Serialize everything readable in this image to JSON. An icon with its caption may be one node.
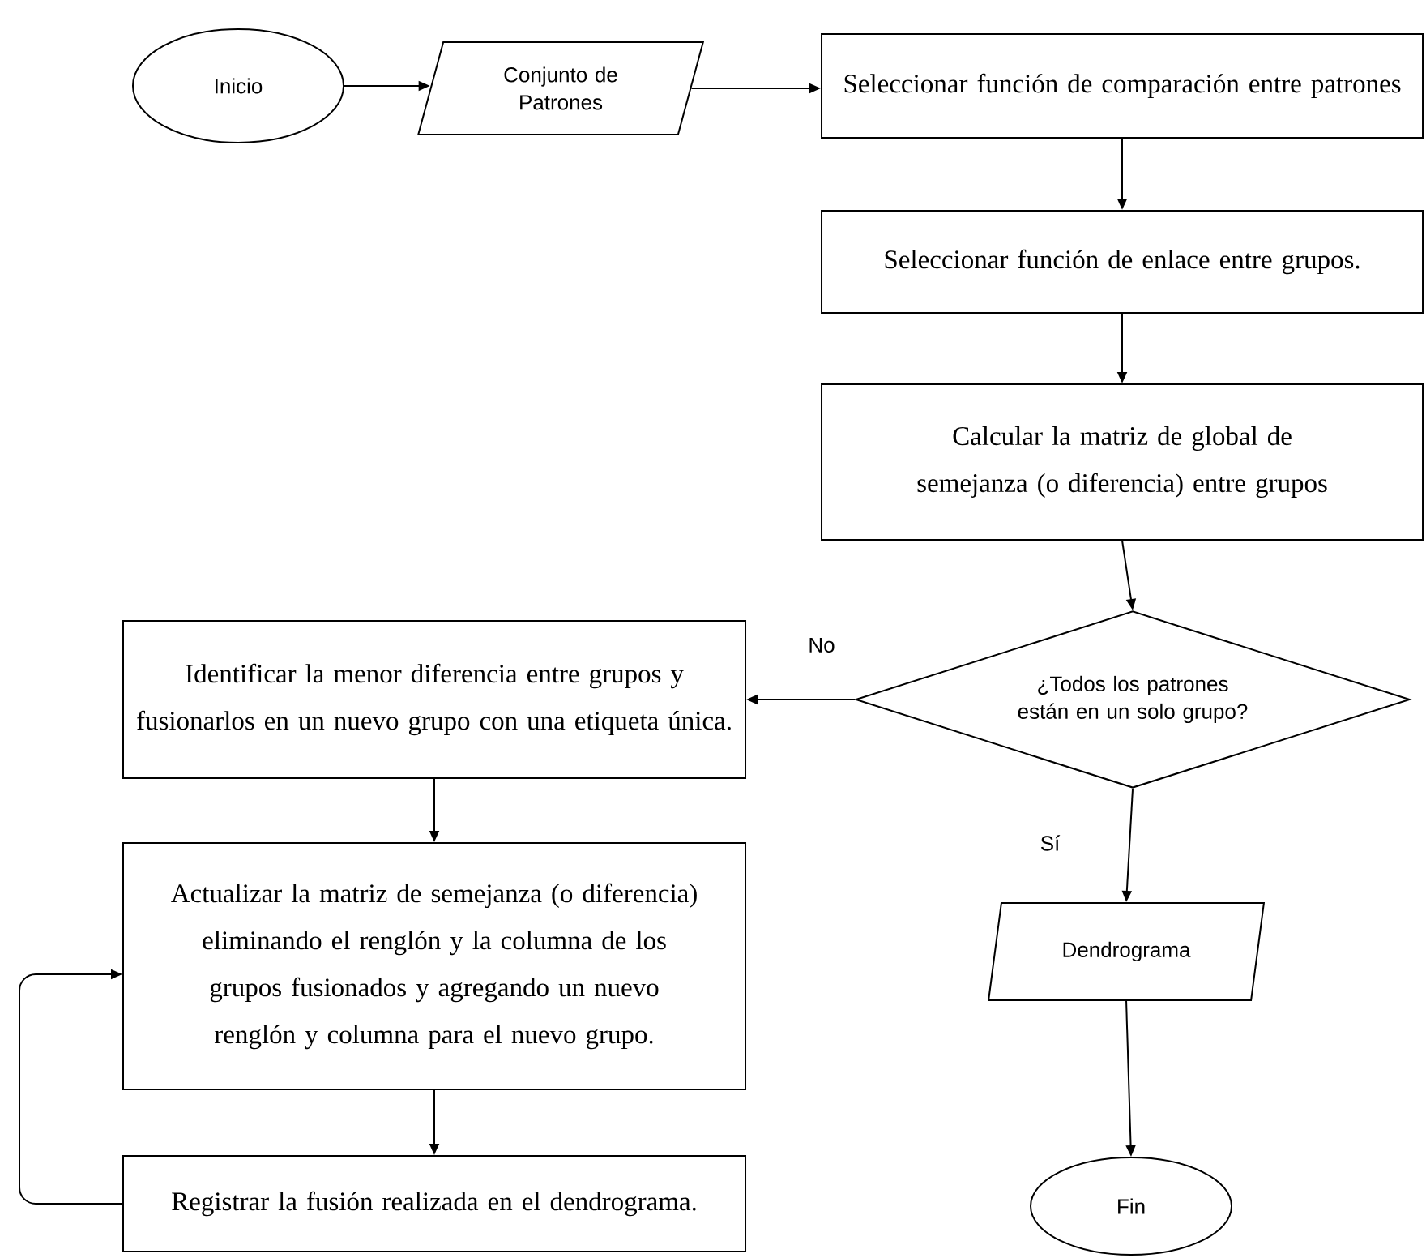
{
  "diagram": {
    "nodes": [
      {
        "text": [
          "Inicio"
        ]
      },
      {
        "text": [
          "Conjunto de Patrones"
        ]
      },
      {
        "text": [
          "Seleccionar función de comparación entre patrones"
        ]
      },
      {
        "text": [
          "Seleccionar función de enlace entre grupos."
        ]
      },
      {
        "text": [
          "Calcular la matriz de global de semejanza (o diferencia) entre grupos"
        ]
      },
      {
        "text": [
          "¿Todos los patrones están en un solo grupo?"
        ]
      },
      {
        "text": [
          "Identificar la menor diferencia entre grupos y fusionarlos en un nuevo grupo con una etiqueta única."
        ]
      },
      {
        "text": [
          "Actualizar la matriz de semejanza (o diferencia) eliminando el renglón y la columna de los grupos fusionados y agregando un nuevo renglón y columna para el nuevo grupo."
        ]
      },
      {
        "text": [
          "Registrar la fusión realizada en el dendrograma."
        ]
      },
      {
        "text": [
          "Dendrograma"
        ]
      },
      {
        "text": [
          "Fin"
        ]
      }
    ],
    "edges": [
      {
        "from": 0,
        "to": 1,
        "arrow": "to"
      },
      {
        "from": 1,
        "to": 2,
        "arrow": "to"
      },
      {
        "from": 2,
        "to": 3,
        "arrow": "to"
      },
      {
        "from": 3,
        "to": 4,
        "arrow": "to"
      },
      {
        "from": 4,
        "to": 5,
        "arrow": "to"
      },
      {
        "from": 5,
        "to": 6,
        "arrow": "to",
        "label": "No"
      },
      {
        "from": 5,
        "to": 9,
        "arrow": "to",
        "label": "Sí"
      },
      {
        "from": 9,
        "to": 10,
        "arrow": "to"
      },
      {
        "from": 6,
        "to": 7,
        "arrow": "to"
      },
      {
        "from": 7,
        "to": 8,
        "arrow": "to"
      },
      {
        "from": 8,
        "to": 7,
        "arrow": "to"
      }
    ]
  }
}
